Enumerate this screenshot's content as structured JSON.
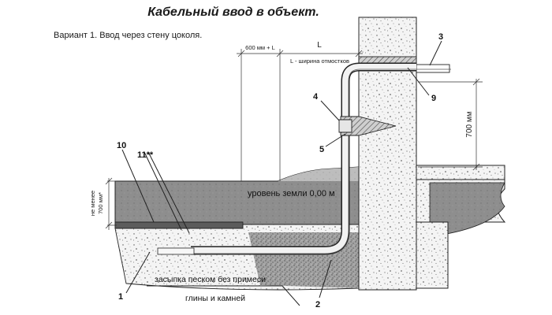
{
  "title": "Кабельный ввод в объект.",
  "subtitle": "Вариант 1. Ввод через стену цоколя.",
  "dim_600": "600 мм + L",
  "dim_L": "L",
  "dim_L_note": "L - ширина отмостков",
  "dim_700_right": "700 мм",
  "dim_700_left_top": "не менее",
  "dim_700_left_bottom": "700 мм*",
  "ground_level": "уровень земли 0,00 м",
  "fill_note_line1": "засыпка песком без примеси",
  "fill_note_line2": "глины и камней",
  "callouts": {
    "c1": "1",
    "c2": "2",
    "c3": "3",
    "c4": "4",
    "c5": "5",
    "c9": "9",
    "c10": "10",
    "c11": "11**"
  }
}
